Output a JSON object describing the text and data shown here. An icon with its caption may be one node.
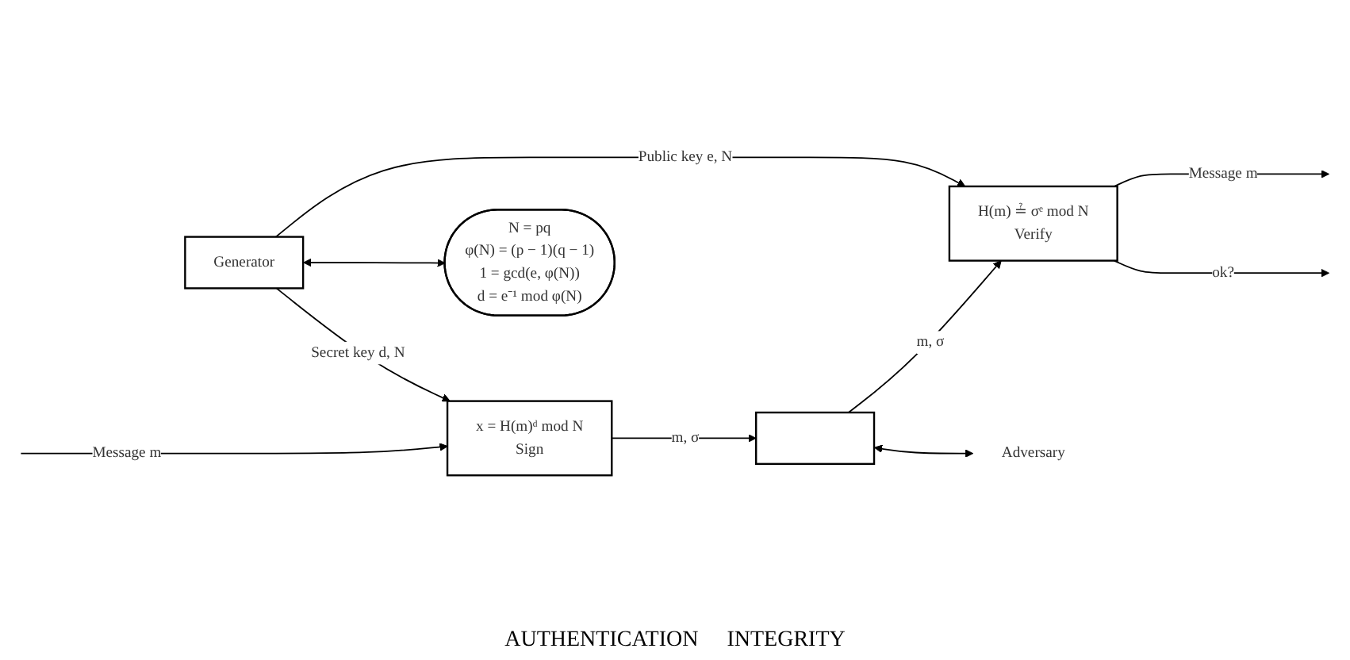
{
  "diagram": {
    "nodes": [
      {
        "text": [
          "x = H(m)ᵈ mod N",
          "Sign"
        ]
      },
      {
        "text": [],
        "shape": "bar"
      },
      {
        "text": [
          "H(m) ≟ σᵉ mod N",
          "Verify"
        ]
      },
      {
        "text": [
          "Generator"
        ]
      },
      {
        "text": [
          "N = pq",
          "φ(N) = (p − 1)(q − 1)",
          "1 = gcd(e, φ(N))",
          "d = e⁻¹ mod φ(N)"
        ]
      },
      {
        "text": [
          "Adversary"
        ]
      }
    ],
    "edges": [
      {
        "from": null,
        "to": 0,
        "arrow": "to",
        "label": "Message m"
      },
      {
        "from": 0,
        "to": 1,
        "arrow": "to",
        "label": "m, σ"
      },
      {
        "from": 1,
        "to": 2,
        "arrow": "to",
        "label": "m, σ"
      },
      {
        "from": 2,
        "to": null,
        "arrow": "to",
        "label": "Message m"
      },
      {
        "from": 2,
        "to": null,
        "arrow": "to",
        "label": "ok?"
      },
      {
        "from": 3,
        "to": 0,
        "arrow": "to",
        "label": "Secret key d, N"
      },
      {
        "from": 3,
        "to": 2,
        "arrow": "to",
        "label": "Public key e, N"
      },
      {
        "from": 3,
        "to": 4,
        "arrow": "both"
      },
      {
        "from": 1,
        "to": 5,
        "arrow": "both"
      }
    ],
    "labels": [
      "AUTHENTICATION",
      "INTEGRITY"
    ]
  }
}
